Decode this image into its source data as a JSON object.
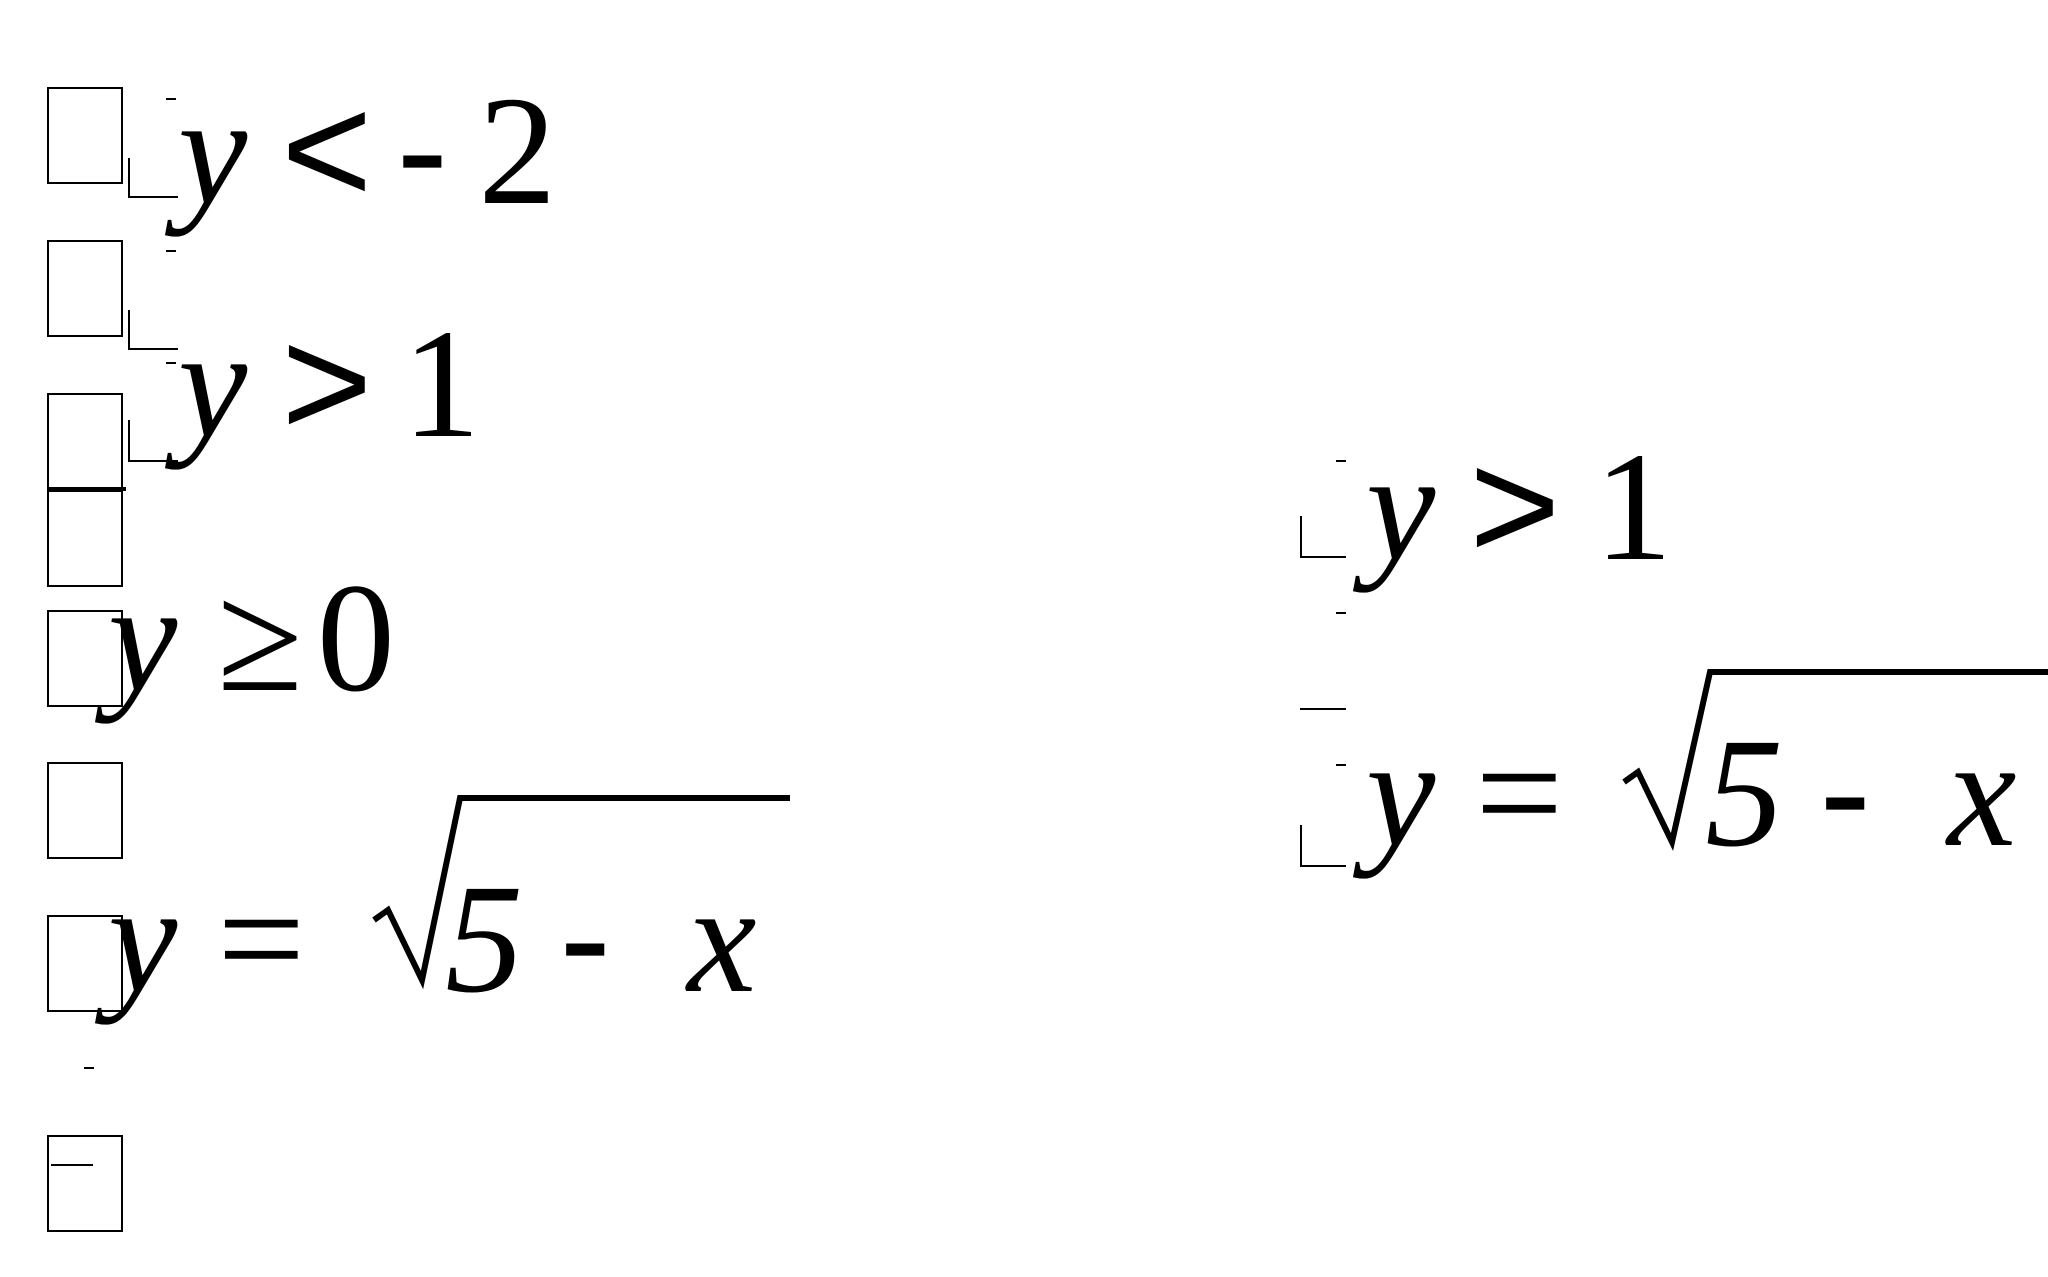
{
  "left": {
    "row1": {
      "var": "y",
      "rel": "<",
      "minus": "-",
      "num": "2"
    },
    "row2": {
      "var": "y",
      "rel": ">",
      "num": "1"
    },
    "row3": {
      "var": "y",
      "rel": "≥",
      "num": "0"
    },
    "row4": {
      "var": "y",
      "eq": "=",
      "num": "5",
      "minus": "-",
      "x": "x"
    }
  },
  "right": {
    "row1": {
      "var": "y",
      "rel": ">",
      "num": "1"
    },
    "row2": {
      "var": "y",
      "eq": "=",
      "num": "5",
      "minus": "-",
      "x": "x"
    }
  }
}
